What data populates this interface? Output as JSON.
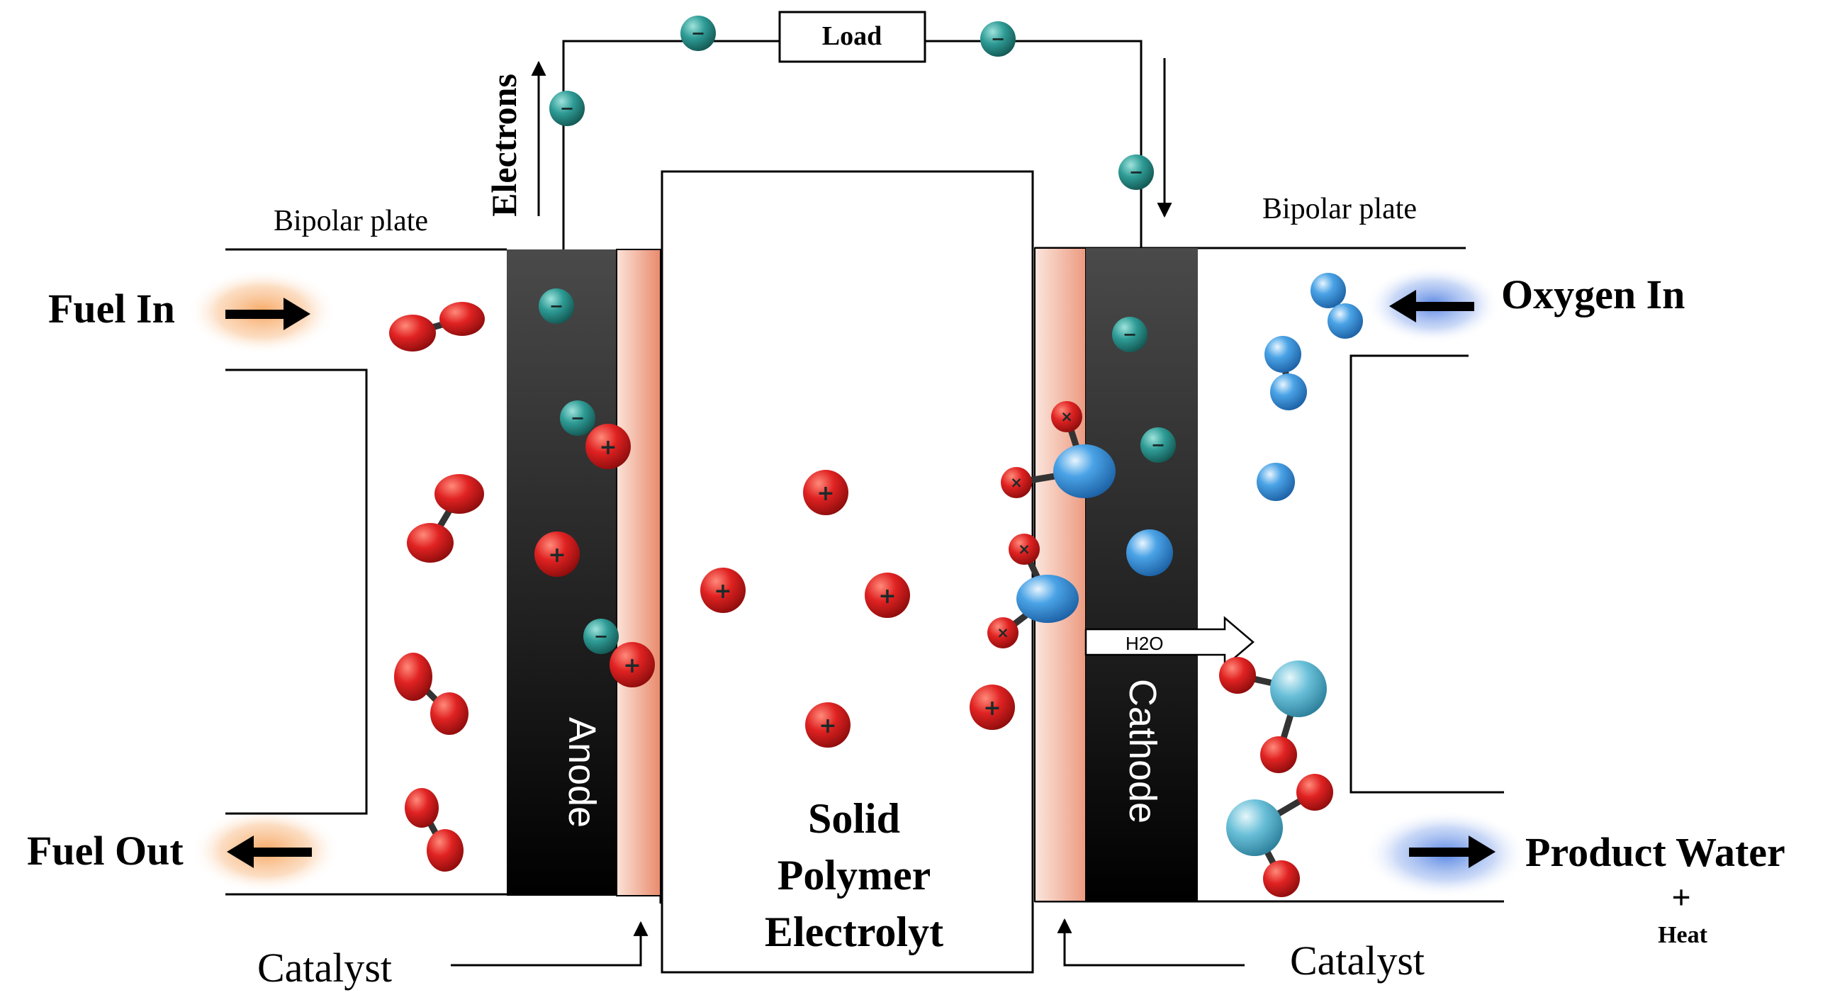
{
  "diagram": {
    "load_label": "Load",
    "electrons_label": "Electrons",
    "bipolar_plate_left": "Bipolar plate",
    "bipolar_plate_right": "Bipolar plate",
    "fuel_in": "Fuel In",
    "fuel_out": "Fuel Out",
    "oxygen_in": "Oxygen In",
    "product_water": "Product Water",
    "plus_sign": "+",
    "heat": "Heat",
    "anode": "Anode",
    "cathode": "Cathode",
    "electrolyte_line1": "Solid",
    "electrolyte_line2": "Polymer",
    "electrolyte_line3": "Electrolyt",
    "catalyst_left": "Catalyst",
    "catalyst_right": "Catalyst",
    "h2o_label": "H2O",
    "electron_sign": "−",
    "proton_sign": "+"
  },
  "colors": {
    "electron": "#2f9c96",
    "proton": "#d91e1e",
    "oxygen": "#3a8fd8",
    "water_oxygen": "#5fb3d3",
    "electrode_dark": "#1a1a1a",
    "catalyst": "#f0a58c",
    "fuel_glow": "#f7a35c",
    "oxygen_glow": "#4f7fe0"
  }
}
